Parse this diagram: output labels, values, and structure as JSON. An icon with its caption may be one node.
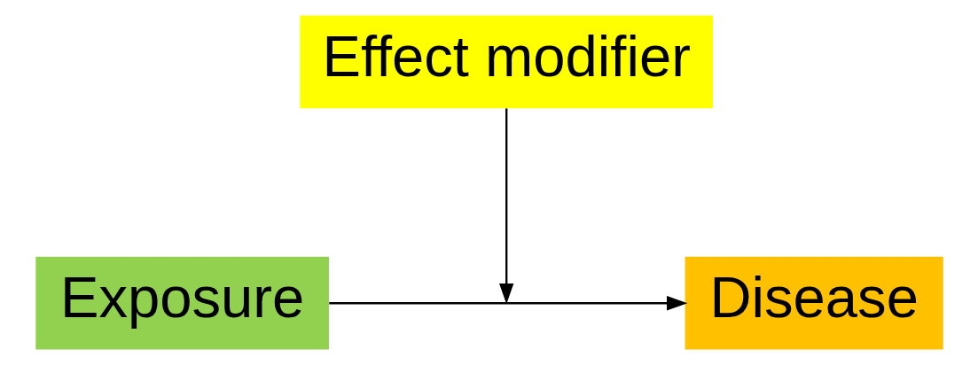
{
  "diagram": {
    "nodes": [
      {
        "text": [
          "Effect modifier"
        ]
      },
      {
        "text": [
          "Exposure"
        ]
      },
      {
        "text": [
          "Disease"
        ]
      }
    ],
    "edges": [
      {
        "from": 1,
        "to": 2,
        "arrow": "to"
      },
      {
        "from": 0,
        "to": null,
        "arrow": "to"
      }
    ]
  }
}
